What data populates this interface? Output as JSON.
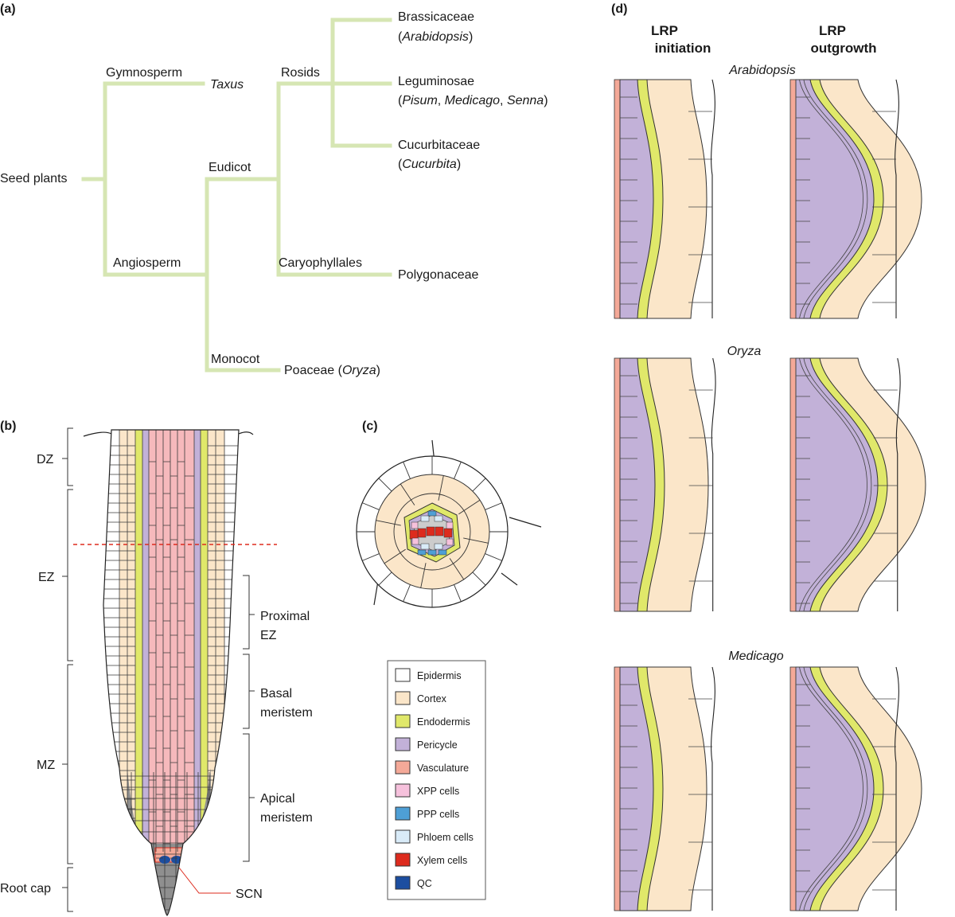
{
  "colors": {
    "epidermis": "#ffffff",
    "cortex": "#fbe6c9",
    "endodermis": "#e0e86a",
    "pericycle": "#c2b1d8",
    "vasculature": "#f4a998",
    "xpp": "#f6c1dc",
    "ppp": "#4e9fd6",
    "phloem": "#d9ebf8",
    "xylem": "#dd2b1e",
    "qc": "#1c4ea0",
    "tree": "#d6e6b3",
    "rootcap": "#8f8f8f",
    "stele": "#f6b9bc"
  },
  "panels": {
    "a": "(a)",
    "b": "(b)",
    "c": "(c)",
    "d": "(d)"
  },
  "tree": {
    "root": "Seed plants",
    "gymnosperm": "Gymnosperm",
    "taxus": "Taxus",
    "angiosperm": "Angiosperm",
    "eudicot": "Eudicot",
    "monocot": "Monocot",
    "rosids": "Rosids",
    "caryophyllales": "Caryophyllales",
    "brassicaceae": "Brassicaceae",
    "brassicaceae_open": "(",
    "brassicaceae_genus": "Arabidopsis",
    "brassicaceae_close": ")",
    "leguminosae": "Leguminosae",
    "leguminosae_open": "(",
    "leguminosae_g1": "Pisum",
    "leguminosae_sep1": ", ",
    "leguminosae_g2": "Medicago",
    "leguminosae_sep2": ", ",
    "leguminosae_g3": "Senna",
    "leguminosae_close": ")",
    "cucurbitaceae": "Cucurbitaceae",
    "cucurbitaceae_open": "(",
    "cucurbitaceae_genus": "Cucurbita",
    "cucurbitaceae_close": ")",
    "polygonaceae": "Polygonaceae",
    "poaceae": "Poaceae (",
    "poaceae_genus": "Oryza",
    "poaceae_close": ")"
  },
  "root_diagram": {
    "zones": [
      "DZ",
      "EZ",
      "MZ",
      "Root cap"
    ],
    "subzones": {
      "proximal_ez_l1": "Proximal",
      "proximal_ez_l2": "EZ",
      "basal_l1": "Basal",
      "basal_l2": "meristem",
      "apical_l1": "Apical",
      "apical_l2": "meristem"
    },
    "scn": "SCN"
  },
  "legend": [
    {
      "label": "Epidermis",
      "color": "#ffffff"
    },
    {
      "label": "Cortex",
      "color": "#fbe6c9"
    },
    {
      "label": "Endodermis",
      "color": "#e0e86a"
    },
    {
      "label": "Pericycle",
      "color": "#c2b1d8"
    },
    {
      "label": "Vasculature",
      "color": "#f4a998"
    },
    {
      "label": "XPP cells",
      "color": "#f6c1dc"
    },
    {
      "label": "PPP cells",
      "color": "#4e9fd6"
    },
    {
      "label": "Phloem cells",
      "color": "#d9ebf8"
    },
    {
      "label": "Xylem cells",
      "color": "#dd2b1e"
    },
    {
      "label": "QC",
      "color": "#1c4ea0"
    }
  ],
  "lrp": {
    "col1_l1": "LRP",
    "col1_l2": "initiation",
    "col2_l1": "LRP",
    "col2_l2": "outgrowth",
    "species": [
      "Arabidopsis",
      "Oryza",
      "Medicago"
    ]
  }
}
